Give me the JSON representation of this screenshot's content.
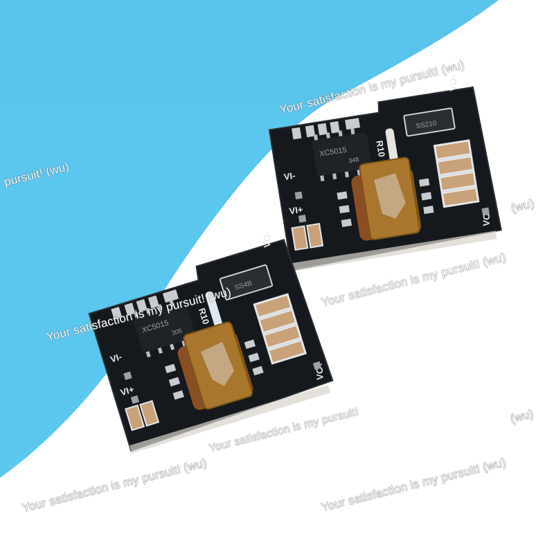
{
  "colors": {
    "background_blue": "#5bc6ee",
    "background_white": "#ffffff",
    "pcb_black": "#15181c",
    "silkscreen": "#e8eaec",
    "kapton_tape": "#a8762c",
    "copper": "#b06a2a",
    "capacitor": "#c9a27a",
    "pad": "#c8ccd0"
  },
  "board_left": {
    "chip_marking_line1": "XC5015",
    "chip_marking_line2": "305",
    "diode_marking": "SS4B",
    "resistor_label": "R10",
    "label_vi_minus": "VI-",
    "label_vi_plus": "VI+",
    "label_vo_minus": "VO-",
    "label_vo_plus": "VO+"
  },
  "board_right": {
    "chip_marking_line1": "XC5015",
    "chip_marking_line2": "348",
    "diode_marking": "SS210",
    "resistor_label": "R10",
    "label_vi_minus": "VI-",
    "label_vi_plus": "VI+",
    "label_vo_minus": "VO-",
    "label_vo_plus": "VO+"
  },
  "watermarks": {
    "wm1": "pursuit!  (wu)",
    "wm2": "Your satisfaction is my pursuit!  (wu)",
    "wm3": "Your satisfaction is my pursuit!  (wu)",
    "wm4": "Your satisfaction is my pursuit!  (wu)",
    "wm5": "Your satisfaction is my pursuit!  (wu)",
    "wm6": "(wu)",
    "wm7": "(wu)",
    "wm8": "Your satisfaction is my pursuit!  (wu)",
    "wm9": "Your satisfaction is my pursuit!"
  }
}
